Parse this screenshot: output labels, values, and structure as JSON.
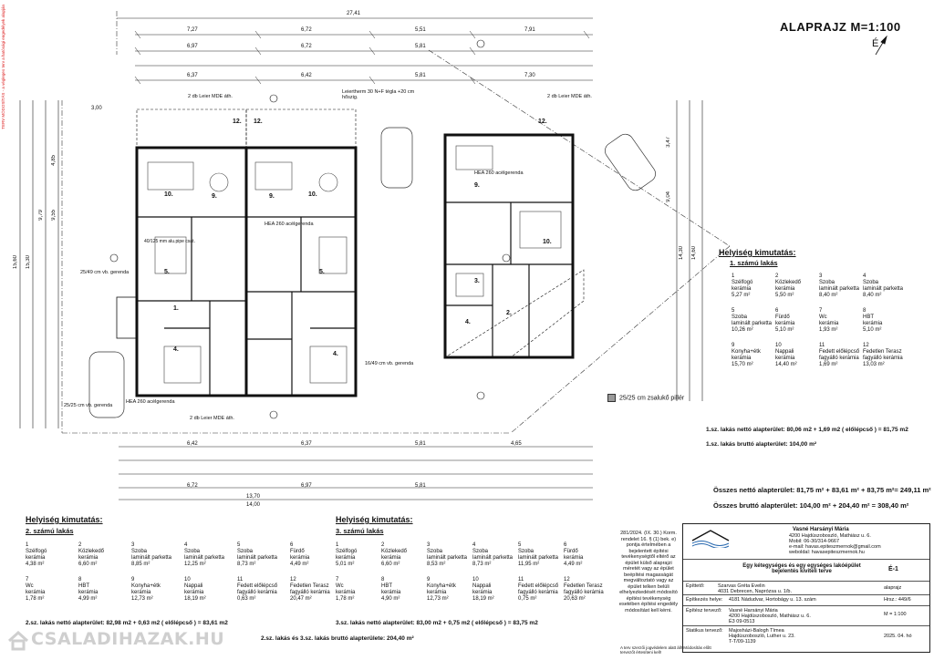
{
  "title": "ALAPRAJZ  M=1:100",
  "north_label": "É",
  "side_note": "TERV MÓDOSÍTÁS - a végleges terv a hatósági engedélyek alapján",
  "legend_label": "25/25 cm zsalukő pillér",
  "watermark": "CSALADIHAZAK.HU",
  "top_dims": [
    "27,41",
    "7,27",
    "6,72",
    "5,51",
    "7,91",
    "6,97",
    "6,72",
    "5,81",
    "6,37",
    "6,42",
    "5,81",
    "7,30"
  ],
  "bottom_dims": [
    "6,42",
    "6,37",
    "5,81",
    "4,65",
    "6,72",
    "6,97",
    "5,81",
    "13,70",
    "14,00"
  ],
  "left_dims": [
    "15,60",
    "15,30",
    "9,79",
    "9,55",
    "4,85",
    "3,00"
  ],
  "right_dims": [
    "14,30",
    "14,60",
    "9,04",
    "3,47"
  ],
  "labels": [
    "HEA 260 acélgerenda",
    "2 db Leier MDE áth.",
    "25/25 cm vb. gerenda",
    "25/49 cm vb. gerenda",
    "16/49 cm vb. gerenda",
    "Leiertherm 30 N+F tégla +20 cm hőszig.",
    "40/125 mm alu.pipe csat."
  ],
  "schedule1": {
    "heading": "Helyiség kimutatás:",
    "sub": "1. számú lakás",
    "rooms": [
      {
        "n": "1",
        "name": "Szélfogó",
        "floor": "kerámia",
        "area": "5,27 m²"
      },
      {
        "n": "2",
        "name": "Közlekedő",
        "floor": "kerámia",
        "area": "5,50 m²"
      },
      {
        "n": "3",
        "name": "Szoba",
        "floor": "laminált parketta",
        "area": "8,40 m²"
      },
      {
        "n": "4",
        "name": "Szoba",
        "floor": "laminált parketta",
        "area": "8,40 m²"
      },
      {
        "n": "5",
        "name": "Szoba",
        "floor": "laminált parketta",
        "area": "10,26 m²"
      },
      {
        "n": "6",
        "name": "Fürdő",
        "floor": "kerámia",
        "area": "5,10 m²"
      },
      {
        "n": "7",
        "name": "Wc",
        "floor": "kerámia",
        "area": "1,93 m²"
      },
      {
        "n": "8",
        "name": "HBT",
        "floor": "kerámia",
        "area": "5,10 m²"
      },
      {
        "n": "9",
        "name": "Konyha+étk",
        "floor": "kerámia",
        "area": "15,70 m²"
      },
      {
        "n": "10",
        "name": "Nappali",
        "floor": "kerámia",
        "area": "14,40 m²"
      },
      {
        "n": "11",
        "name": "Fedett előlépcső",
        "floor": "fagyálló kerámia",
        "area": "1,69 m²"
      },
      {
        "n": "12",
        "name": "Fedetlen Terasz",
        "floor": "fagyálló kerámia",
        "area": "13,03 m²"
      }
    ],
    "net": "1.sz. lakás nettó alapterület: 80,06 m2 + 1,69 m2 ( előlépcső ) = 81,75 m2",
    "gross": "1.sz. lakás bruttó alapterület: 104,00 m²"
  },
  "totals": {
    "net": "Összes nettó alapterület: 81,75 m² + 83,61 m² + 83,75 m²= 249,11 m²",
    "gross": "Összes bruttó alapterület: 104,00 m² + 204,40 m² = 308,40 m²"
  },
  "schedule2": {
    "heading": "Helyiség kimutatás:",
    "sub": "2. számú lakás",
    "rooms": [
      {
        "n": "1",
        "name": "Szélfogó",
        "floor": "kerámia",
        "area": "4,38 m²"
      },
      {
        "n": "2",
        "name": "Közlekedő",
        "floor": "kerámia",
        "area": "6,60 m²"
      },
      {
        "n": "3",
        "name": "Szoba",
        "floor": "laminált parketta",
        "area": "8,85 m²"
      },
      {
        "n": "4",
        "name": "Szoba",
        "floor": "laminált parketta",
        "area": "12,25 m²"
      },
      {
        "n": "5",
        "name": "Szoba",
        "floor": "laminált parketta",
        "area": "8,73 m²"
      },
      {
        "n": "6",
        "name": "Fürdő",
        "floor": "kerámia",
        "area": "4,49 m²"
      },
      {
        "n": "7",
        "name": "Wc",
        "floor": "kerámia",
        "area": "1,78 m²"
      },
      {
        "n": "8",
        "name": "HBT",
        "floor": "kerámia",
        "area": "4,99 m²"
      },
      {
        "n": "9",
        "name": "Konyha+étk",
        "floor": "kerámia",
        "area": "12,73 m²"
      },
      {
        "n": "10",
        "name": "Nappali",
        "floor": "kerámia",
        "area": "18,19 m²"
      },
      {
        "n": "11",
        "name": "Fedett előlépcső",
        "floor": "fagyálló kerámia",
        "area": "0,63 m²"
      },
      {
        "n": "12",
        "name": "Fedetlen Terasz",
        "floor": "fagyálló kerámia",
        "area": "20,47 m²"
      }
    ],
    "net": "2.sz. lakás nettó alapterület: 82,98 m2 + 0,63 m2 ( előlépcső ) = 83,61 m2",
    "gross": "2.sz. lakás és 3.sz. lakás bruttó alapterülete: 204,40 m²"
  },
  "schedule3": {
    "heading": "Helyiség kimutatás:",
    "sub": "3. számú lakás",
    "rooms": [
      {
        "n": "1",
        "name": "Szélfogó",
        "floor": "kerámia",
        "area": "5,01 m²"
      },
      {
        "n": "2",
        "name": "Közlekedő",
        "floor": "kerámia",
        "area": "6,60 m²"
      },
      {
        "n": "3",
        "name": "Szoba",
        "floor": "laminált parketta",
        "area": "8,53 m²"
      },
      {
        "n": "4",
        "name": "Szoba",
        "floor": "laminált parketta",
        "area": "8,73 m²"
      },
      {
        "n": "5",
        "name": "Szoba",
        "floor": "laminált parketta",
        "area": "11,95 m²"
      },
      {
        "n": "6",
        "name": "Fürdő",
        "floor": "kerámia",
        "area": "4,49 m²"
      },
      {
        "n": "7",
        "name": "Wc",
        "floor": "kerámia",
        "area": "1,78 m²"
      },
      {
        "n": "8",
        "name": "HBT",
        "floor": "kerámia",
        "area": "4,90 m²"
      },
      {
        "n": "9",
        "name": "Konyha+étk",
        "floor": "kerámia",
        "area": "12,73 m²"
      },
      {
        "n": "10",
        "name": "Nappali",
        "floor": "kerámia",
        "area": "18,19 m²"
      },
      {
        "n": "11",
        "name": "Fedett előlépcső",
        "floor": "fagyálló kerámia",
        "area": "0,75 m²"
      },
      {
        "n": "12",
        "name": "Fedetlen Terasz",
        "floor": "fagyálló kerámia",
        "area": "20,63 m²"
      }
    ],
    "net": "3.sz. lakás nettó alapterület: 83,00 m2 + 0,75 m2 ( előlépcső ) = 83,75 m2"
  },
  "legal_note": "281/2024. (IX. 30.) Korm. rendelet 16. § (1) bek. e) pontja értelmében a bejelentett építési tevékenységtől eltérő az épület külső alaprajzi méretét vagy az épület beépítési magasságát megváltoztató vagy az épület telken belüli elhelyezkedését módosító építési tevékenység esetében építési engedély módosítást kell kérni.",
  "title_block": {
    "owner_name": "Vasné Harsányi Mária",
    "owner_addr": "4200 Hajdúszoboszló, Mathiász u. 6.",
    "owner_phone": "Mobil: 06-30/314-9667",
    "owner_email": "e-mail: havas.epiteszmernok@gmail.com",
    "owner_web": "weboldal: havasepiteszmernok.hu",
    "project": "Egy kétegységes és egy egységes lakóépület bejelentés kiviteli terve",
    "sheet": "É-1",
    "client_label": "Építtető:",
    "client": "Szarvas Gréta Evelin",
    "client_addr": "4031 Debrecen, Naprózsa u. 1/b.",
    "drawing": "alaprajz",
    "site_label": "Építkezés helye:",
    "site": "4181 Nádudvar, Hortobágy u. 13. szám",
    "lot": "Hrsz.: 449/6",
    "designer_label": "Építész tervező:",
    "designer": "Vasné Harsányi Mária",
    "designer_addr": "4200 Hajdúszoboszló, Mathiász u. 6.",
    "designer_reg": "É3 09-0513",
    "scale": "M = 1:100",
    "static_label": "Statikus tervező:",
    "static": "Majosházi-Balogh Tímea",
    "static_addr": "Hajdúszoboszló, Luther u. 23.",
    "static_reg": "T-T/09-1139",
    "date": "2025. 04. hó",
    "footer": "A terv szerzői jogvédelem alatt áll! Módosítás előtt tervezőt értesíteni kell!"
  }
}
